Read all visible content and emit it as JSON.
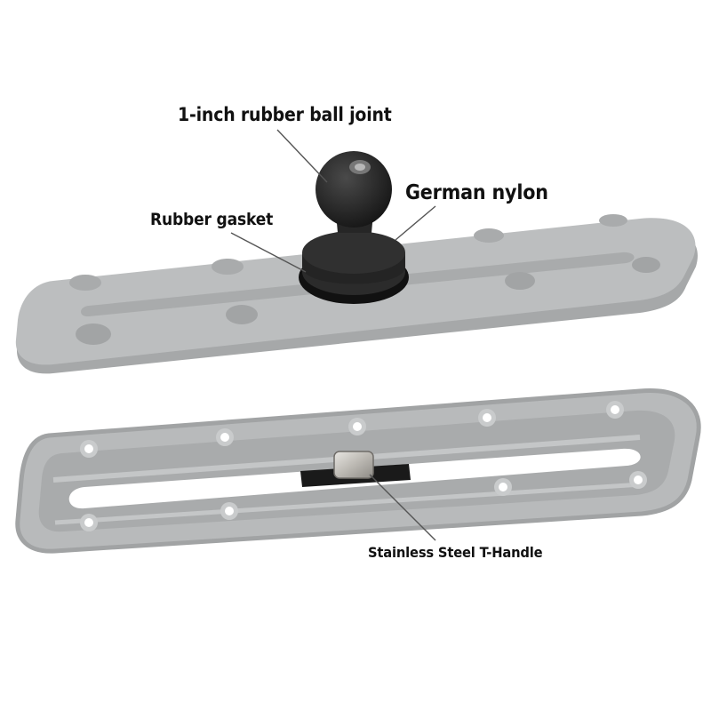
{
  "labels": {
    "ball_joint": "1-inch rubber ball joint",
    "nylon": "German nylon",
    "gasket": "Rubber gasket",
    "t_handle": "Stainless Steel T-Handle"
  },
  "colors": {
    "track_body": "#b9bbbc",
    "track_edge": "#a3a5a6",
    "track_shadow": "#9a9c9d",
    "ball": "#2a2a2a",
    "leader_line": "#555555",
    "steel": "#c8c6c2"
  }
}
